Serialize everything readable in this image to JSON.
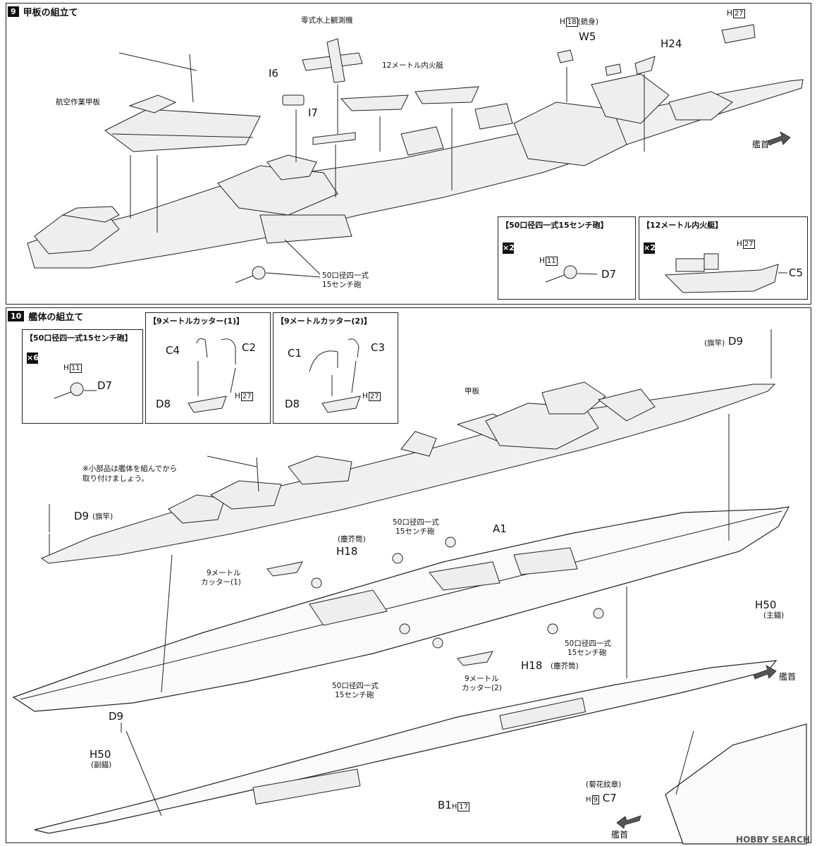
{
  "step9": {
    "num": "9",
    "title": "甲板の組立て",
    "labels": {
      "seaplane": "零式水上観測機",
      "h18_part": "H",
      "h18_num": "18",
      "h18_note": "(銃身)",
      "h27_part": "H",
      "h27_num": "27",
      "w5": "W5",
      "h24": "H24",
      "boat12": "12メートル内火艇",
      "i6": "I6",
      "i7": "I7",
      "aviation_deck": "航空作業甲板",
      "bow": "艦首",
      "gun_line1": "50口径四一式",
      "gun_line2": "15センチ砲"
    },
    "sub_gun": {
      "title": "【50口径四一式15センチ砲】",
      "qty": "×2",
      "h_part": "H",
      "h_num": "11",
      "part": "D7"
    },
    "sub_boat": {
      "title": "【12メートル内火艇】",
      "qty": "×2",
      "h_part": "H",
      "h_num": "27",
      "part": "C5"
    }
  },
  "step10": {
    "num": "10",
    "title": "艦体の組立て",
    "sub_gun": {
      "title": "【50口径四一式15センチ砲】",
      "qty": "×6",
      "h_part": "H",
      "h_num": "11",
      "part": "D7"
    },
    "sub_cutter1": {
      "title": "【9メートルカッター(1)】",
      "c4": "C4",
      "c2": "C2",
      "d8": "D8",
      "h_part": "H",
      "h_num": "27"
    },
    "sub_cutter2": {
      "title": "【9メートルカッター(2)】",
      "c1": "C1",
      "c3": "C3",
      "d8": "D8",
      "h_part": "H",
      "h_num": "27"
    },
    "labels": {
      "flagpole_top_note": "(旗竿)",
      "flagpole_top_part": "D9",
      "deck": "甲板",
      "note_line1": "※小部品は艦体を組んでから",
      "note_line2": "取り付けましょう。",
      "flagpole_left_part": "D9",
      "flagpole_left_note": "(旗竿)",
      "gun_top_line1": "50口径四一式",
      "gun_top_line2": "15センチ砲",
      "a1": "A1",
      "h18_left_note": "(塵芥筒)",
      "h18_left": "H18",
      "cutter1_line1": "9メートル",
      "cutter1_line2": "カッター(1)",
      "h50_right": "H50",
      "h50_right_note": "(主錨)",
      "gun_right_line1": "50口径四一式",
      "gun_right_line2": "15センチ砲",
      "h18_right": "H18",
      "h18_right_note": "(塵芥筒)",
      "gun_bottom_line1": "50口径四一式",
      "gun_bottom_line2": "15センチ砲",
      "cutter2_line1": "9メートル",
      "cutter2_line2": "カッター(2)",
      "bow_right": "艦首",
      "d9_hull": "D9",
      "h50_left": "H50",
      "h50_left_note": "(副錨)",
      "b1": "B1",
      "b1_h_part": "H",
      "b1_h_num": "17",
      "chrysanthemum": "(菊花紋章)",
      "c7_h_part": "H",
      "c7_h_num": "9",
      "c7": "C7",
      "bow_bottom": "艦首"
    }
  },
  "watermark": "HOBBY SEARCH"
}
